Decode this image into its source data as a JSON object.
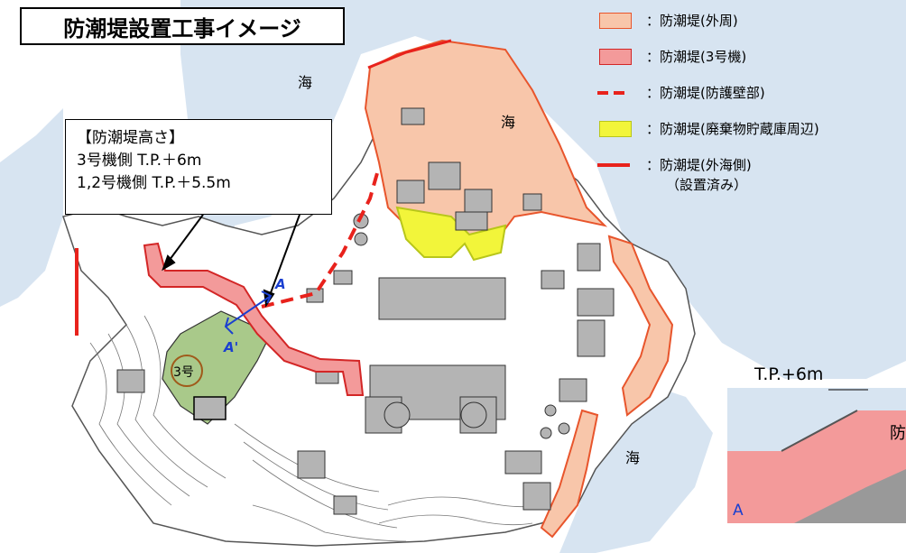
{
  "title": "防潮堤設置工事イメージ",
  "callout": {
    "heading": "【防潮堤高さ】",
    "line1": "3号機側 T.P.＋6m",
    "line2": "1,2号機側 T.P.＋5.5m"
  },
  "legend": [
    {
      "label": "：防潮堤(外周)",
      "sub": "",
      "fill": "#f8c6aa",
      "stroke": "#e8552c",
      "style": "box"
    },
    {
      "label": "：防潮堤(3号機)",
      "sub": "",
      "fill": "#f39a9a",
      "stroke": "#d32626",
      "style": "box"
    },
    {
      "label": "：防潮堤(防護壁部)",
      "sub": "",
      "fill": "",
      "stroke": "#e8221c",
      "style": "dash"
    },
    {
      "label": "：防潮堤(廃棄物貯蔵庫周辺)",
      "sub": "",
      "fill": "#f2f53a",
      "stroke": "#b8c61a",
      "style": "box"
    },
    {
      "label": "：防潮堤(外海側)",
      "sub": "（設置済み）",
      "fill": "",
      "stroke": "#e8221c",
      "style": "line"
    }
  ],
  "sea_labels": [
    "海",
    "海",
    "海"
  ],
  "unit_label": "3号",
  "section": {
    "height_label": "T.P.+6m",
    "name": "防",
    "point_a": "A"
  },
  "map_markers": {
    "a": "A",
    "a_prime": "A'"
  },
  "colors": {
    "sea": "#d7e4f1",
    "outer": "#f8c6aa",
    "unit3": "#f39a9a",
    "waste": "#f2f53a",
    "wall": "#e8221c",
    "building": "#b4b4b4",
    "section_ground": "#999999"
  }
}
